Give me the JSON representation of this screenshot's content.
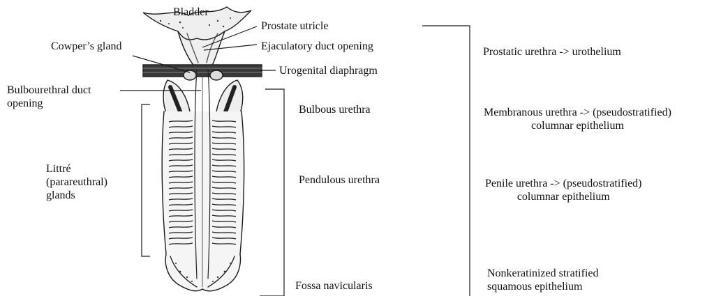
{
  "labels": {
    "bladder": "Bladder",
    "prostate_utricle": "Prostate utricle",
    "cowpers_gland": "Cowper’s gland",
    "ejaculatory_duct_opening": "Ejaculatory duct opening",
    "urogenital_diaphragm": "Urogenital diaphragm",
    "bulbourethral_duct_opening": "Bulbourethral duct\nopening",
    "bulbous_urethra": "Bulbous urethra",
    "littre_glands": "Littré\n(parareuthral)\nglands",
    "pendulous_urethra": "Pendulous urethra",
    "fossa_navicularis": "Fossa navicularis"
  },
  "epithelium": {
    "prostatic": "Prostatic urethra -> urothelium",
    "membranous": "Membranous urethra -> (pseudostratified)\ncolumnar epithelium",
    "penile": "Penile urethra -> (pseudostratified)\ncolumnar epithelium",
    "distal": "Nonkeratinized stratified\nsquamous epithelium"
  },
  "colors": {
    "ink": "#1a1a1a",
    "tissue_fill": "#f2f2f2",
    "dark_tissue": "#555555"
  }
}
